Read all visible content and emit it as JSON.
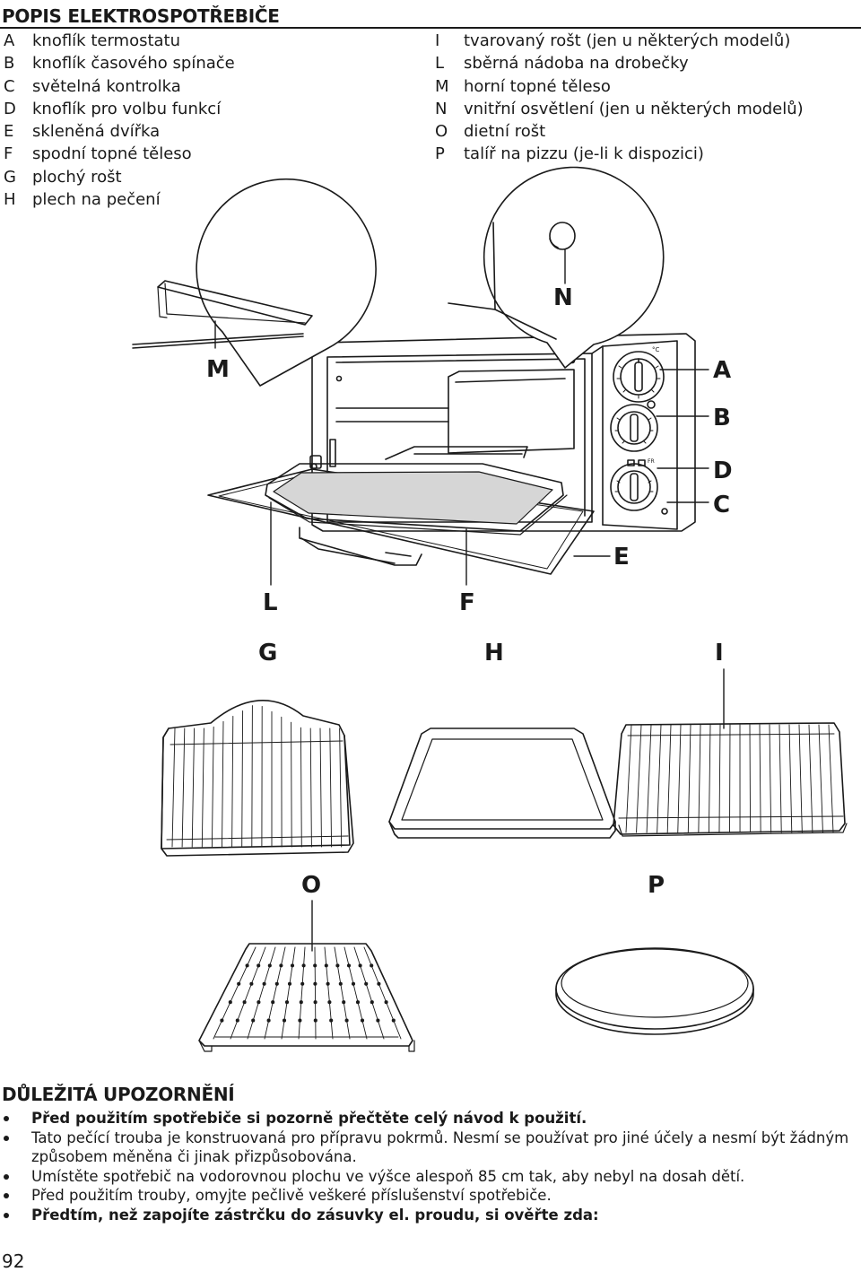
{
  "header": {
    "title": "POPIS ELEKTROSPOTŘEBIČE"
  },
  "legend_left": [
    {
      "key": "A",
      "text": "knoflík termostatu"
    },
    {
      "key": "B",
      "text": "knoflík časového spínače"
    },
    {
      "key": "C",
      "text": "světelná kontrolka"
    },
    {
      "key": "D",
      "text": "knoflík pro volbu funkcí"
    },
    {
      "key": "E",
      "text": "skleněná dvířka"
    },
    {
      "key": "F",
      "text": "spodní  topné těleso"
    },
    {
      "key": "G",
      "text": "plochý rošt"
    },
    {
      "key": "H",
      "text": "plech na pečení"
    }
  ],
  "legend_right": [
    {
      "key": "I",
      "text": "tvarovaný rošt (jen u některých modelů)"
    },
    {
      "key": "L",
      "text": "sběrná nádoba na drobečky"
    },
    {
      "key": "M",
      "text": "horní topné těleso"
    },
    {
      "key": "N",
      "text": "vnitřní osvětlení (jen u některých modelů)"
    },
    {
      "key": "O",
      "text": "dietní rošt"
    },
    {
      "key": "P",
      "text": "talíř na pizzu (je-li k dispozici)"
    }
  ],
  "diagram": {
    "callouts": {
      "M": "M",
      "N": "N",
      "A": "A",
      "B": "B",
      "D": "D",
      "C": "C",
      "E": "E",
      "L": "L",
      "F": "F",
      "G": "G",
      "H": "H",
      "I": "I",
      "O": "O",
      "P": "P"
    },
    "knob_marks": {
      "temp_unit": "°C",
      "func_mark": "FR"
    }
  },
  "warnings": {
    "title": "DŮLEŽITÁ UPOZORNĚNÍ",
    "items": [
      "Před použitím spotřebiče si pozorně přečtěte celý návod k použití.",
      "Tato pečící trouba je konstruovaná pro přípravu pokrmů. Nesmí se používat pro jiné účely a nesmí být žádným způsobem měněna či jinak přizpůsobována.",
      "Umístěte spotřebič na vodorovnou plochu ve výšce alespoň 85 cm tak, aby nebyl na dosah dětí.",
      "Před použitím trouby, omyjte pečlivě veškeré příslušenství spotřebiče.",
      "Předtím, než zapojíte zástrčku do zásuvky el. proudu, si ověřte zda:"
    ]
  },
  "page_number": "92"
}
